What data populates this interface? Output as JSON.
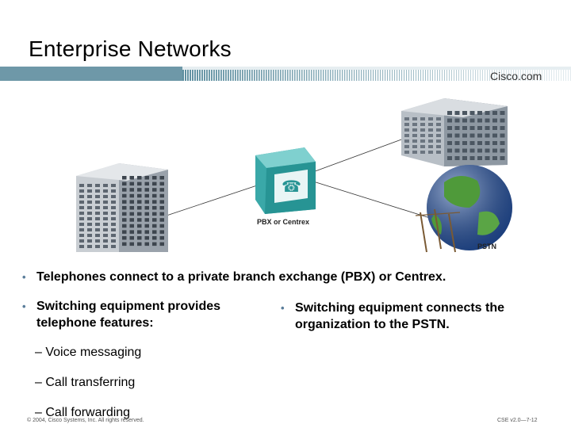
{
  "slide": {
    "title": "Enterprise Networks",
    "logo": "Cisco.com",
    "colors": {
      "band": "#5f8fa0",
      "band_light": "#b7ccd4",
      "bullet": "#5a7d9a"
    }
  },
  "diagram": {
    "pbx_label": "PBX or Centrex",
    "pstn_label": "PSTN",
    "icons": [
      "office-building-icon",
      "pbx-phone-icon",
      "headquarters-building-icon",
      "globe-icon"
    ]
  },
  "bullets": {
    "b1": "Telephones connect to a private branch exchange (PBX) or Centrex.",
    "b2": "Switching equipment provides telephone features:",
    "b3": "Switching equipment connects the organization to the PSTN.",
    "subitems": [
      "Voice messaging",
      "Call transferring",
      "Call forwarding"
    ],
    "dash": "–"
  },
  "footer": {
    "copyright": "© 2004, Cisco Systems, Inc. All rights reserved.",
    "page": "CSE v2.0—7-12"
  }
}
